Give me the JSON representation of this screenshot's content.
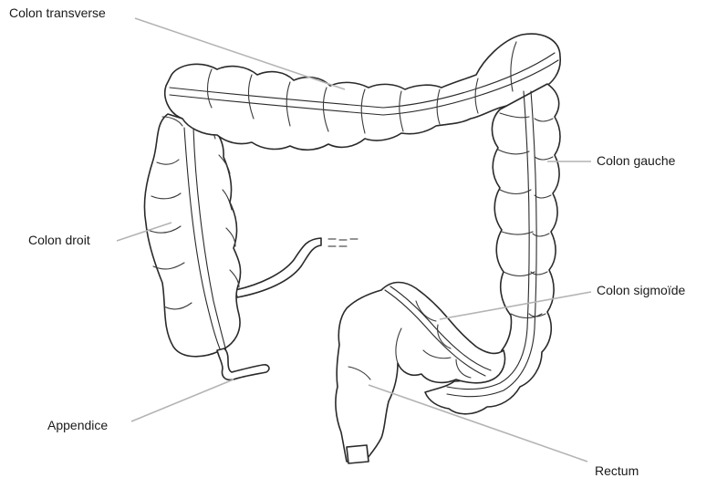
{
  "labels": {
    "colon_transverse": "Colon transverse",
    "colon_gauche": "Colon gauche",
    "colon_droit": "Colon droit",
    "colon_sigmoide": "Colon sigmoïde",
    "appendice": "Appendice",
    "rectum": "Rectum"
  },
  "colors": {
    "outline": "#2a2a2a",
    "leader_line": "#b4b4b4",
    "label_text": "#1a1a1a",
    "background": "#ffffff"
  }
}
